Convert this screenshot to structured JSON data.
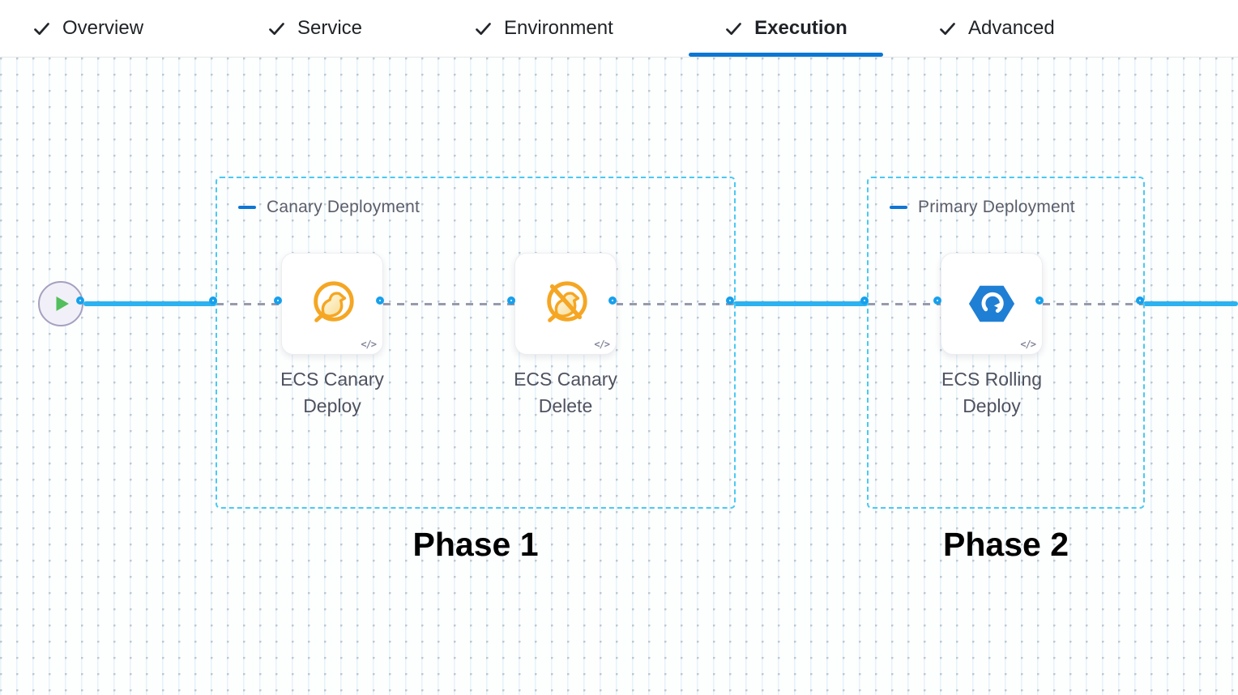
{
  "tabs": [
    {
      "label": "Overview",
      "checked": true,
      "active": false
    },
    {
      "label": "Service",
      "checked": true,
      "active": false
    },
    {
      "label": "Environment",
      "checked": true,
      "active": false
    },
    {
      "label": "Execution",
      "checked": true,
      "active": true
    },
    {
      "label": "Advanced",
      "checked": true,
      "active": false
    }
  ],
  "canvas": {
    "start_node": {
      "icon": "play-icon"
    },
    "groups": [
      {
        "label": "Canary Deployment",
        "phase_label": "Phase 1",
        "steps": [
          {
            "name": "ECS Canary Deploy",
            "icon": "ecs-canary-deploy-icon",
            "code_glyph": "</>"
          },
          {
            "name": "ECS Canary Delete",
            "icon": "ecs-canary-delete-icon",
            "code_glyph": "</>"
          }
        ]
      },
      {
        "label": "Primary Deployment",
        "phase_label": "Phase 2",
        "steps": [
          {
            "name": "ECS Rolling Deploy",
            "icon": "ecs-rolling-deploy-icon",
            "code_glyph": "</>"
          }
        ]
      }
    ]
  },
  "colors": {
    "active_tab_underline": "#0b77d4",
    "solid_connector": "#2cb2f0",
    "dashed_connector": "#989aad",
    "group_border": "#49c9f3",
    "port_ring": "#17a0ec",
    "canary_orange": "#f5a623",
    "ecs_blue": "#1f7fd4",
    "play_green": "#52bf5c"
  }
}
